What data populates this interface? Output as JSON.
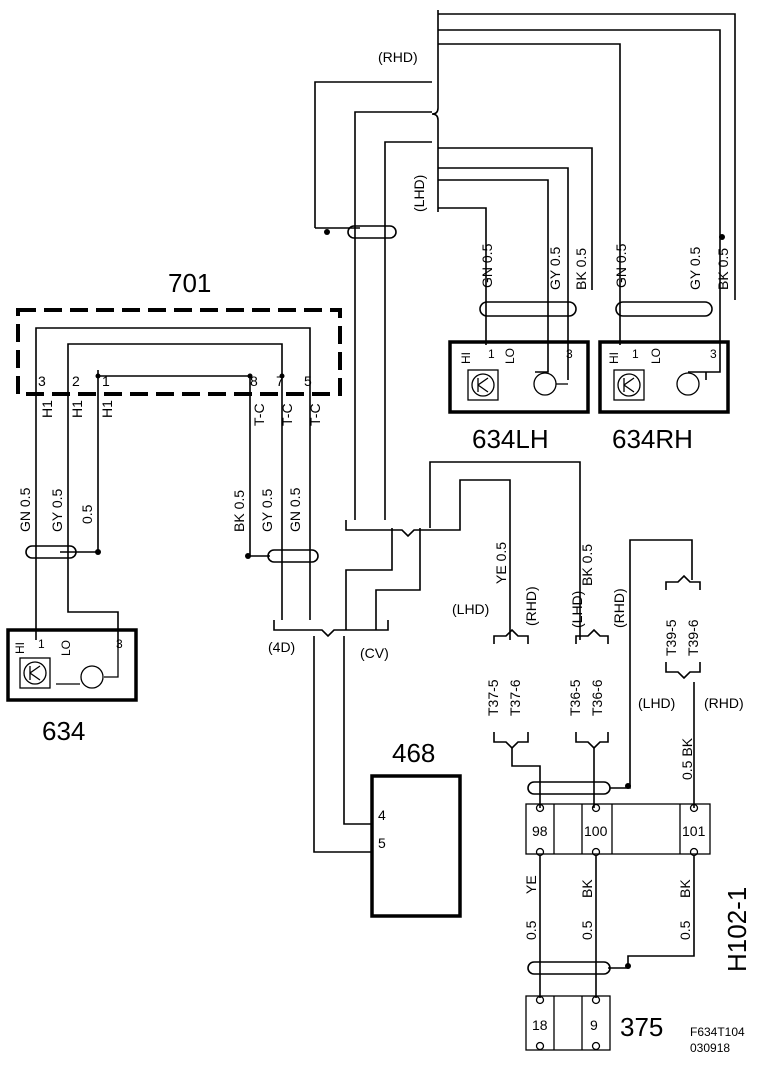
{
  "components": {
    "c701": "701",
    "c634": "634",
    "c634lh": "634LH",
    "c634rh": "634RH",
    "c468": "468",
    "c375": "375",
    "h102": "H102-1"
  },
  "labels": {
    "rhd": "(RHD)",
    "lhd": "(LHD)",
    "d4": "(4D)",
    "cv": "(CV)"
  },
  "pins": {
    "p3": "3",
    "p2": "2",
    "p1": "1",
    "p8": "8",
    "p7": "7",
    "p5": "5",
    "p4": "4",
    "p5b": "5",
    "t98": "98",
    "t100": "100",
    "t101": "101",
    "t18": "18",
    "t9": "9"
  },
  "sensor": {
    "hi": "HI",
    "lo": "LO",
    "one": "1",
    "three": "3"
  },
  "conn701": {
    "h1": "H1",
    "tc": "T-C"
  },
  "wires": {
    "gn05": "GN 0.5",
    "gy05": "GY 0.5",
    "bk05": "BK 0.5",
    "w05": "0.5",
    "ye05": "YE  0.5",
    "bk05b": "BK  0.5",
    "ye": "YE",
    "bk": "BK",
    "half": "0.5",
    "bk05c": "0.5 BK"
  },
  "connectors": {
    "t37_5": "T37-5",
    "t37_6": "T37-6",
    "t36_5": "T36-5",
    "t36_6": "T36-6",
    "t39_5": "T39-5",
    "t39_6": "T39-6"
  },
  "ref": {
    "code": "F634T104",
    "date": "030918"
  }
}
